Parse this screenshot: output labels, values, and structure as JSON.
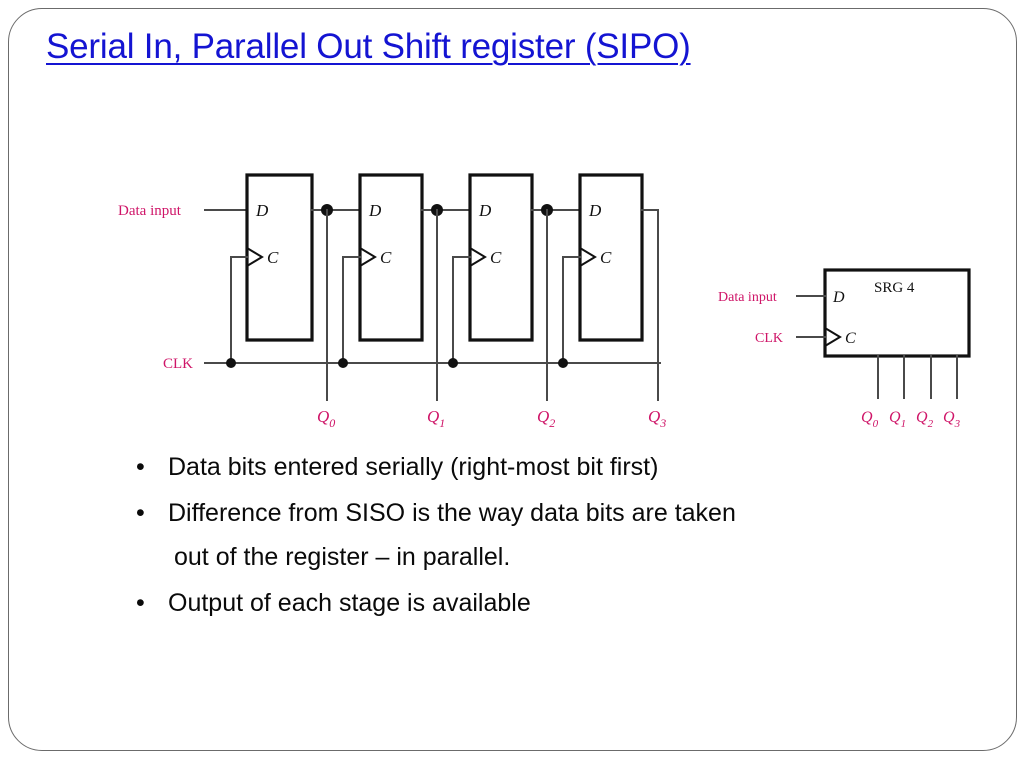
{
  "slide": {
    "title": "Serial In, Parallel Out Shift register (SIPO)",
    "title_color": "#1414d2",
    "signal_color": "#cf1568",
    "frame_color": "#6b6b6b",
    "background": "#ffffff"
  },
  "figure": {
    "name": "sipo-shift-register-diagram",
    "flipflop_diagram": {
      "input_label": "Data input",
      "clock_label": "CLK",
      "stages": [
        {
          "d_pin": "D",
          "c_pin": "C",
          "output_label": "Q",
          "output_sub": "0"
        },
        {
          "d_pin": "D",
          "c_pin": "C",
          "output_label": "Q",
          "output_sub": "1"
        },
        {
          "d_pin": "D",
          "c_pin": "C",
          "output_label": "Q",
          "output_sub": "2"
        },
        {
          "d_pin": "D",
          "c_pin": "C",
          "output_label": "Q",
          "output_sub": "3"
        }
      ]
    },
    "block_symbol": {
      "block_label": "SRG 4",
      "input_label": "Data input",
      "clock_label": "CLK",
      "d_pin": "D",
      "c_pin": "C",
      "outputs": [
        {
          "label": "Q",
          "sub": "0"
        },
        {
          "label": "Q",
          "sub": "1"
        },
        {
          "label": "Q",
          "sub": "2"
        },
        {
          "label": "Q",
          "sub": "3"
        }
      ]
    }
  },
  "bullets": [
    {
      "mark": "•",
      "text": " Data bits entered serially (right-most bit first)",
      "line2": ""
    },
    {
      "mark": "•",
      "text": " Difference from SISO is the way data bits are taken",
      "line2": "out of the register – in parallel."
    },
    {
      "mark": "•",
      "text": " Output of each stage is available",
      "line2": ""
    }
  ]
}
